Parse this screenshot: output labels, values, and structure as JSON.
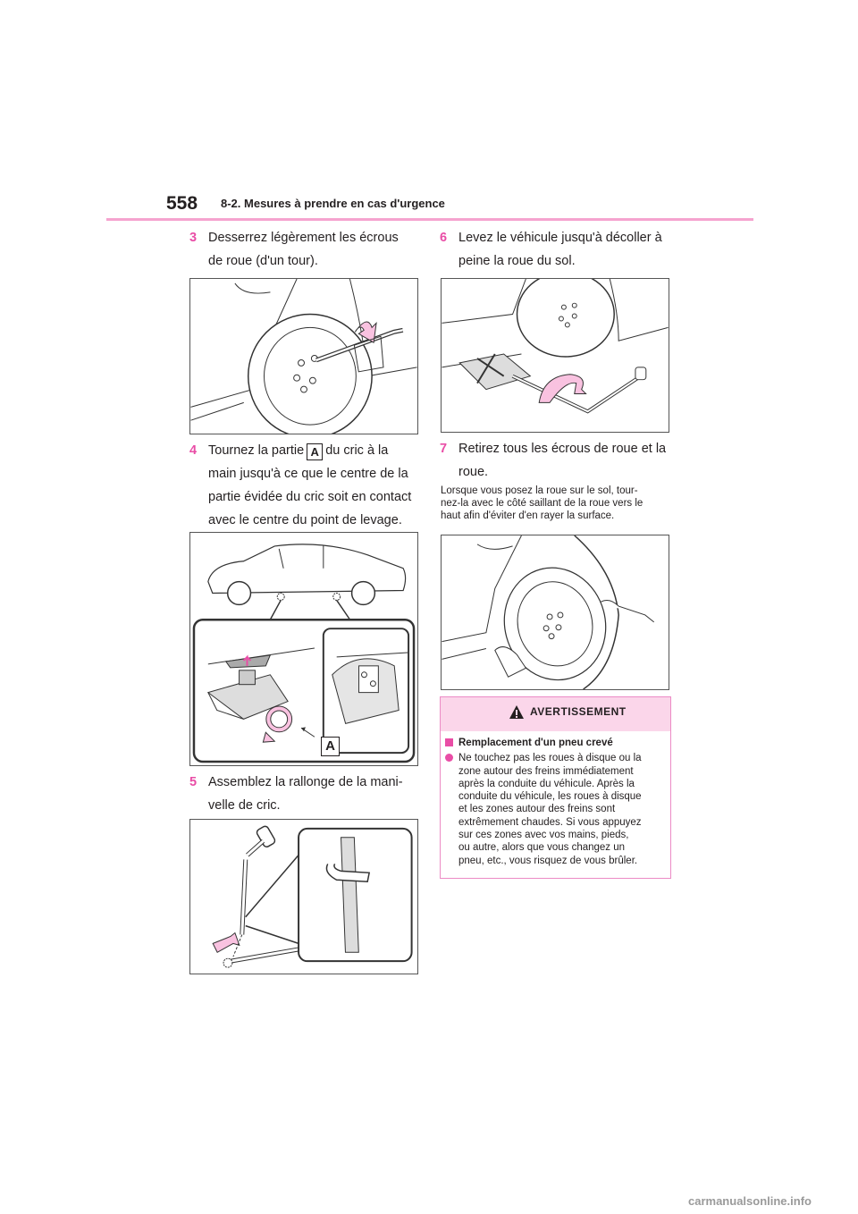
{
  "header": {
    "page_number": "558",
    "section": "8-2. Mesures à prendre en cas d'urgence"
  },
  "steps": [
    {
      "num": "3",
      "line1": "Desserrez légèrement les écrous",
      "line2": "de roue (d'un tour)."
    },
    {
      "num": "4",
      "line1a": "Tournez la partie",
      "badge": "A",
      "line1b": "du cric à la",
      "line2": "main jusqu'à ce que le centre de la",
      "line3": "partie évidée du cric soit en contact",
      "line4": "avec le centre du point de levage."
    },
    {
      "num": "5",
      "line1": "Assemblez la rallonge de la mani-",
      "line2": "velle de cric."
    },
    {
      "num": "6",
      "line1": "Levez le véhicule jusqu'à décoller à",
      "line2": "peine la roue du sol."
    },
    {
      "num": "7",
      "line1": "Retirez tous les écrous de roue et la",
      "line2": "roue."
    }
  ],
  "note": {
    "line1": "Lorsque vous posez la roue sur le sol, tour-",
    "line2": "nez-la avec le côté saillant de la roue vers le",
    "line3": "haut afin d'éviter d'en rayer la surface."
  },
  "figure_label": "A",
  "warning": {
    "title": "AVERTISSEMENT",
    "heading": "Remplacement d'un pneu crevé",
    "item_lines": [
      "Ne touchez pas les roues à disque ou la",
      "zone autour des freins immédiatement",
      "après la conduite du véhicule. Après la",
      "conduite du véhicule, les roues à disque",
      "et les zones autour des freins sont",
      "extrêmement chaudes. Si vous appuyez",
      "sur ces zones avec vos mains, pieds,",
      "ou autre, alors que vous changez un",
      "pneu, etc., vous risquez de vous brûler."
    ]
  },
  "watermark": "carmanualsonline.info",
  "colors": {
    "accent": "#e94da6",
    "rule": "#f5a3cf",
    "warning_bg": "#fbd6ea"
  }
}
